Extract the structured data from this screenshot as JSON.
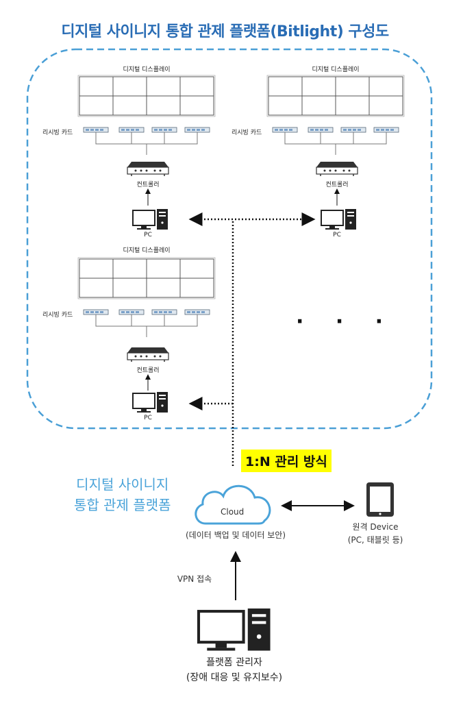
{
  "title": "디지털 사이니지 통합 관제 플랫폼(Bitlight) 구성도",
  "units": [
    {
      "display_label": "디지털 디스플레이",
      "receiver_label": "리시빙 카드",
      "controller_label": "컨트롤러",
      "pc_label": "PC"
    },
    {
      "display_label": "디지털 디스플레이",
      "receiver_label": "리시빙 카드",
      "controller_label": "컨트롤러",
      "pc_label": "PC"
    },
    {
      "display_label": "디지털 디스플레이",
      "receiver_label": "리시빙 카드",
      "controller_label": "컨트롤러",
      "pc_label": "PC"
    }
  ],
  "more_indicator": "· · ·",
  "management": {
    "ratio_label": "1:N 관리 방식"
  },
  "platform": {
    "line1": "디지털 사이니지",
    "line2": "통합 관제 플랫폼"
  },
  "cloud": {
    "label": "Cloud",
    "caption": "(데이터 백업 및 데이터 보안)"
  },
  "remote_device": {
    "line1": "원격 Device",
    "line2": "(PC, 태블릿 등)"
  },
  "vpn": {
    "label": "VPN 접속"
  },
  "admin": {
    "line1": "플랫폼 관리자",
    "line2": "(장애 대응 및 유지보수)"
  },
  "colors": {
    "title": "#2a6db5",
    "dashed_border": "#4a9fd6",
    "platform_text": "#4aa3d9",
    "highlight": "#ffff00"
  }
}
